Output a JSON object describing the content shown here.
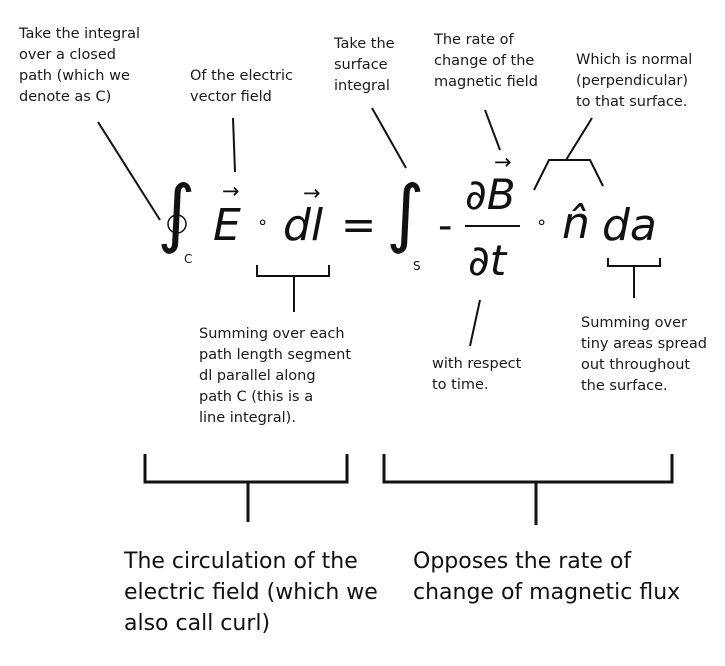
{
  "notes": {
    "closed_path": "Take the integral\nover a closed\npath (which we\ndenote as C)",
    "electric_field": "Of the electric\nvector field",
    "surface_integral": "Take the\nsurface\nintegral",
    "rate_of_change": "The rate of\nchange of the\nmagnetic field",
    "normal": "Which is normal\n(perpendicular)\nto that surface.",
    "path_segment": "Summing over each\npath length segment\ndl parallel along\npath C (this is a\nline integral).",
    "with_respect_time": "with respect\nto time.",
    "tiny_areas": "Summing over\ntiny areas spread\nout throughout\nthe surface."
  },
  "equation": {
    "integral_sign": "∫",
    "contour_sub": "C",
    "e_field": "E",
    "dot": "∘",
    "dl": "dl",
    "equals": "=",
    "surface_sub": "S",
    "minus": "-",
    "partial_b": "∂B",
    "partial_t": "∂t",
    "n_hat": "n̂",
    "da": "da",
    "vector_arrow": "→"
  },
  "summaries": {
    "circulation": "The circulation of the\nelectric field (which we\nalso call curl)",
    "opposes": "Opposes the rate of\nchange of magnetic flux"
  }
}
